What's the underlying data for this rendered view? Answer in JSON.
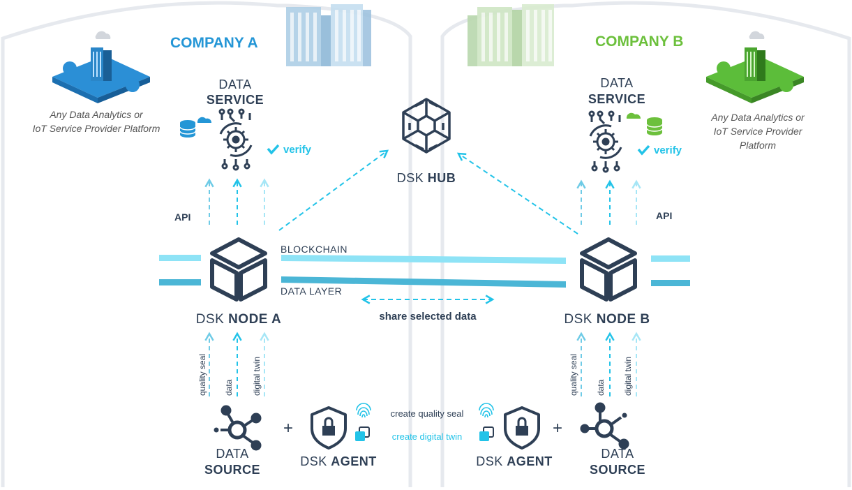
{
  "company_a": {
    "title": "COMPANY A",
    "platform_text": "Any Data Analytics or IoT Service Provider Platform",
    "platform_lines": [
      "Any Data Analytics or",
      "IoT Service Provider Platform"
    ],
    "service_line1": "DATA",
    "service_line2": "SERVICE",
    "verify": "verify",
    "api": "API",
    "node_prefix": "DSK",
    "node_name": "NODE A",
    "arrow_labels": [
      "quality seal",
      "data",
      "digital twin"
    ],
    "source_line1": "DATA",
    "source_line2": "SOURCE",
    "agent_prefix": "DSK",
    "agent_name": "AGENT",
    "plus": "+"
  },
  "company_b": {
    "title": "COMPANY B",
    "platform_text": "Any Data Analytics or IoT Service Provider Platform",
    "platform_lines": [
      "Any Data Analytics or",
      "IoT Service Provider",
      "Platform"
    ],
    "service_line1": "DATA",
    "service_line2": "SERVICE",
    "verify": "verify",
    "api": "API",
    "node_prefix": "DSK",
    "node_name": "NODE B",
    "arrow_labels": [
      "quality seal",
      "data",
      "digital twin"
    ],
    "source_line1": "DATA",
    "source_line2": "SOURCE",
    "agent_prefix": "DSK",
    "agent_name": "AGENT",
    "plus": "+"
  },
  "hub": {
    "prefix": "DSK",
    "name": "HUB"
  },
  "center": {
    "blockchain": "BLOCKCHAIN",
    "data_layer": "DATA LAYER",
    "share": "share selected data",
    "create_seal": "create quality seal",
    "create_twin": "create digital twin"
  },
  "colors": {
    "company_a": "#2496d6",
    "company_b": "#6cc03c",
    "dark": "#2e3f55",
    "cyan": "#22c3e8",
    "blockchain_line": "#8ee3f6",
    "data_layer_line": "#4bb6d6"
  },
  "icons": [
    "puzzle-building-icon-a",
    "puzzle-building-icon-b",
    "building-icon-a",
    "building-icon-b",
    "data-service-gear-icon",
    "cloud-database-icon",
    "check-icon",
    "hub-hexagon-icon",
    "node-cube-icon",
    "data-source-hub-icon",
    "shield-lock-icon",
    "fingerprint-icon",
    "copy-icon"
  ]
}
